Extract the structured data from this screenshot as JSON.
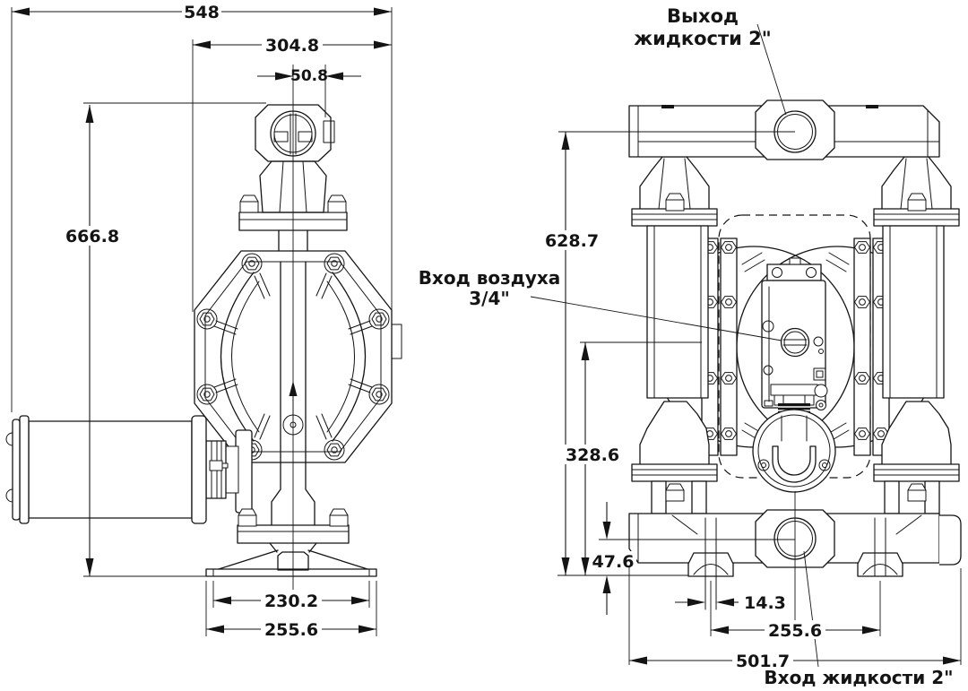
{
  "drawing": {
    "kind": "dimensional engineering drawing of an air-operated double diaphragm pump, side view and front view",
    "colors": {
      "line": "#141414",
      "background": "#ffffff"
    }
  },
  "side_view": {
    "dim_overall_width": "548",
    "dim_body_width": "304.8",
    "dim_port_offset": "50.8",
    "dim_overall_height": "666.8",
    "dim_base_inner_width": "230.2",
    "dim_base_outer_width": "255.6"
  },
  "front_view": {
    "dim_outlet_center_height": "628.7",
    "dim_air_inlet_center_height": "328.6",
    "dim_inlet_center_height": "47.6",
    "dim_foot_slot_width": "14.3",
    "dim_feet_spacing": "255.6",
    "dim_overall_width": "501.7",
    "label_outlet_line1": "Выход",
    "label_outlet_line2": "жидкости 2\"",
    "label_air_inlet_line1": "Вход воздуха",
    "label_air_inlet_line2": "3/4\"",
    "label_inlet": "Вход жидкости 2\""
  }
}
